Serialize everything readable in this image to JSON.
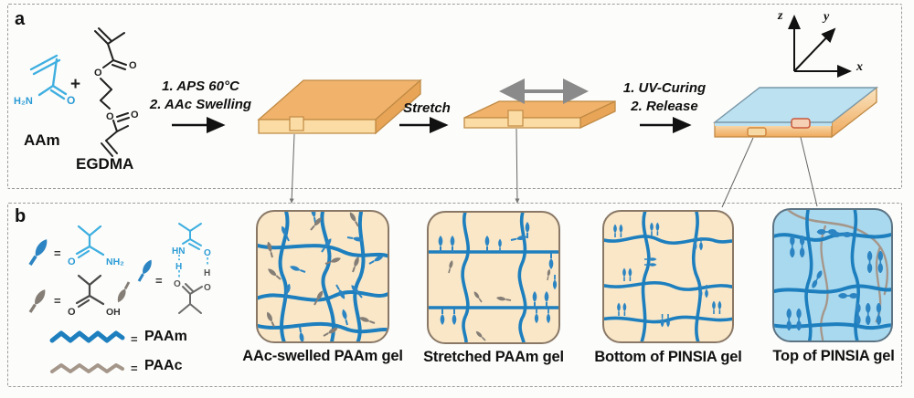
{
  "figure": {
    "panel_a_label": "a",
    "panel_b_label": "b"
  },
  "panel_a": {
    "aam": {
      "name": "AAm",
      "h2n": "H₂N",
      "o": "O"
    },
    "plus": "+",
    "egdma": {
      "name": "EGDMA",
      "o": "O"
    },
    "step1_line1": "1. APS 60°C",
    "step1_line2": "2. AAc Swelling",
    "stretch": "Stretch",
    "step3_line1": "1. UV-Curing",
    "step3_line2": "2. Release",
    "axis_x": "x",
    "axis_y": "y",
    "axis_z": "z"
  },
  "panel_b": {
    "eq": "=",
    "amide": {
      "o": "O",
      "nh2": "NH₂"
    },
    "acid": {
      "o": "O",
      "oh": "OH"
    },
    "hbond": {
      "hn": "HN",
      "h": "H",
      "o": "O"
    },
    "paam": "PAAm",
    "paac": "PAAc",
    "gels": [
      {
        "caption": "AAc-swelled PAAm gel"
      },
      {
        "caption": "Stretched PAAm gel"
      },
      {
        "caption": "Bottom of PINSIA gel"
      },
      {
        "caption": "Top of PINSIA gel"
      }
    ]
  },
  "colors": {
    "polymer_blue": "#1E7FBE",
    "molecule_blue": "#3FAFE0",
    "polymer_gray": "#A5968A",
    "flag_gray": "#857а76",
    "slab_orange_top": "#F1B26B",
    "slab_orange_front": "#FBDCA4",
    "bilayer_blue_top": "#BCE1F1",
    "gel_bg_tan": "#F9E7C8",
    "gel_bg_blue": "#A9D9EF"
  }
}
